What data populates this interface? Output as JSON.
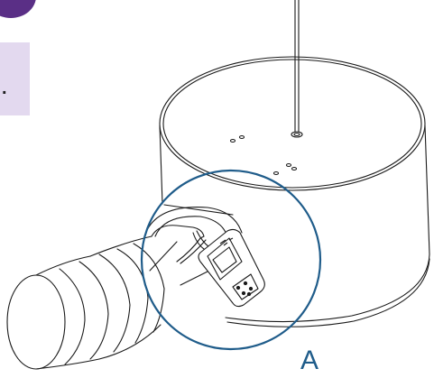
{
  "colors": {
    "accent_purple": "#5a2f86",
    "tab_lavender": "#e3d9ef",
    "callout_blue": "#1f5c8a",
    "line": "#1a1a1a"
  },
  "side_tab": {
    "text": "."
  },
  "callout": {
    "label": "A"
  },
  "icons": [
    "corner-circle-decoration",
    "duct-diagram",
    "handheld-meter-icon",
    "magnifier-callout-circle"
  ]
}
